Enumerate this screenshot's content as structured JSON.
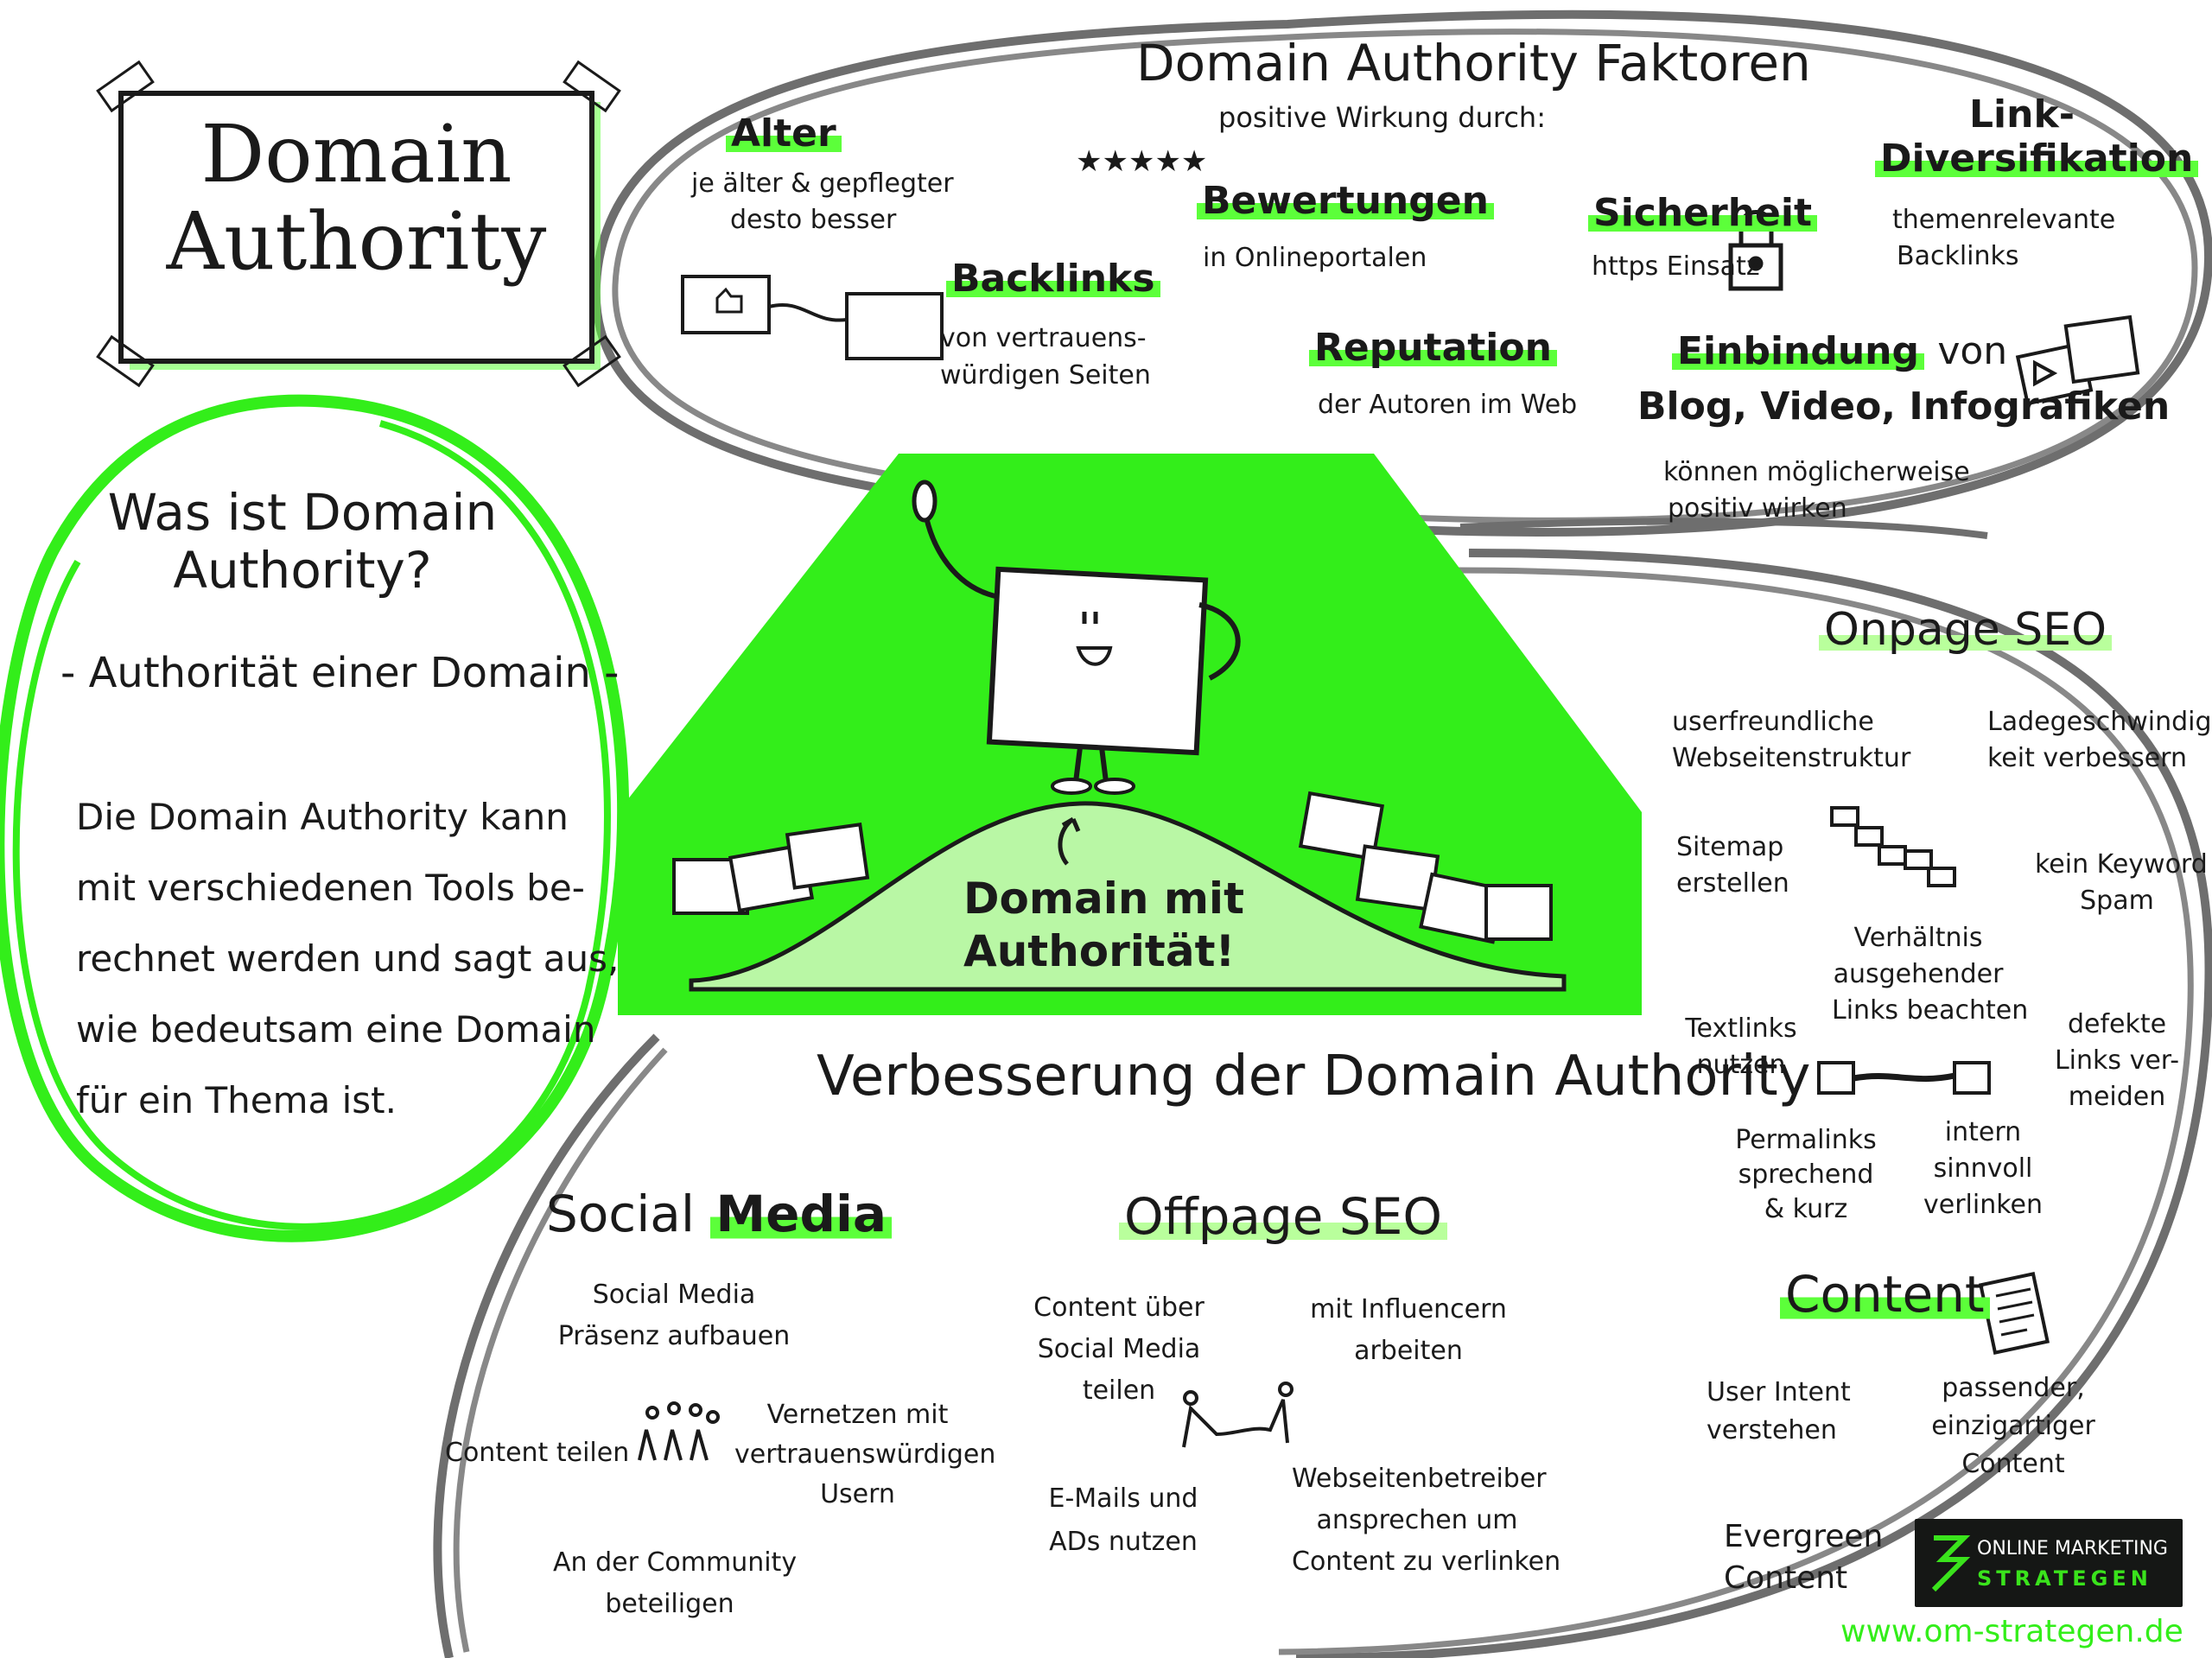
{
  "title": {
    "line1": "Domain",
    "line2": "Authority"
  },
  "factors": {
    "heading": "Domain Authority Faktoren",
    "subheading": "positive Wirkung durch:",
    "alter": {
      "title": "Alter",
      "line1": "je älter & gepflegter",
      "line2": "desto besser"
    },
    "backlinks": {
      "title": "Backlinks",
      "line1": "von vertrauens-",
      "line2": "würdigen Seiten"
    },
    "bewertungen": {
      "title": "Bewertungen",
      "text": "in Onlineportalen",
      "stars": "★★★★★"
    },
    "sicherheit": {
      "title": "Sicherheit",
      "text": "https Einsatz"
    },
    "link_div": {
      "title1": "Link-",
      "title2": "Diversifikation",
      "line1": "themenrelevante",
      "line2": "Backlinks"
    },
    "reputation": {
      "title": "Reputation",
      "text": "der Autoren im Web"
    },
    "einbindung": {
      "title1": "Einbindung",
      "title1b": "von",
      "title2": "Blog, Video, Infografiken",
      "line1": "können möglicherweise",
      "line2": "positiv wirken"
    }
  },
  "definition": {
    "question1": "Was ist Domain",
    "question2": "Authority?",
    "subtitle": "- Authorität einer Domain -",
    "lines": [
      "Die Domain Authority kann",
      "mit verschiedenen Tools be-",
      "rechnet werden und sagt aus,",
      "wie bedeutsam eine Domain",
      "für ein Thema ist."
    ]
  },
  "center": {
    "line1": "Domain mit",
    "line2": "Authorität!"
  },
  "improvement_heading": "Verbesserung der Domain Authority",
  "onpage": {
    "title": "Onpage SEO",
    "userfriendly": [
      "userfreundliche",
      "Webseitenstruktur"
    ],
    "speed": [
      "Ladegeschwindig-",
      "keit verbessern"
    ],
    "sitemap": [
      "Sitemap",
      "erstellen"
    ],
    "keyword": [
      "kein Keyword",
      "Spam"
    ],
    "ratio": [
      "Verhältnis",
      "ausgehender",
      "Links beachten"
    ],
    "textlinks": [
      "Textlinks",
      "nutzen"
    ],
    "defect": [
      "defekte",
      "Links ver-",
      "meiden"
    ],
    "permalinks": [
      "Permalinks",
      "sprechend",
      "& kurz"
    ],
    "intern": [
      "intern",
      "sinnvoll",
      "verlinken"
    ]
  },
  "content_section": {
    "title": "Content",
    "intent": [
      "User Intent",
      "verstehen"
    ],
    "unique": [
      "passender,",
      "einzigartiger",
      "Content"
    ],
    "evergreen": [
      "Evergreen",
      "Content"
    ]
  },
  "social": {
    "title_a": "Social",
    "title_b": "Media",
    "presence": [
      "Social Media",
      "Präsenz aufbauen"
    ],
    "share": "Content teilen",
    "network": [
      "Vernetzen mit",
      "vertrauenswürdigen",
      "Usern"
    ],
    "community": [
      "An der Community",
      "beteiligen"
    ]
  },
  "offpage": {
    "title": "Offpage SEO",
    "content": [
      "Content über",
      "Social Media",
      "teilen"
    ],
    "influencer": [
      "mit Influencern",
      "arbeiten"
    ],
    "email": [
      "E-Mails und",
      "ADs nutzen"
    ],
    "webmaster": [
      "Webseitenbetreiber",
      "ansprechen um",
      "Content zu verlinken"
    ]
  },
  "logo": {
    "line1": "ONLINE MARKETING",
    "line2": "STRATEGEN"
  },
  "url": "www.om-strategen.de",
  "colors": {
    "accent": "#33ee1a",
    "accent_light": "#a8f590",
    "ring": "#6e6e6e"
  }
}
